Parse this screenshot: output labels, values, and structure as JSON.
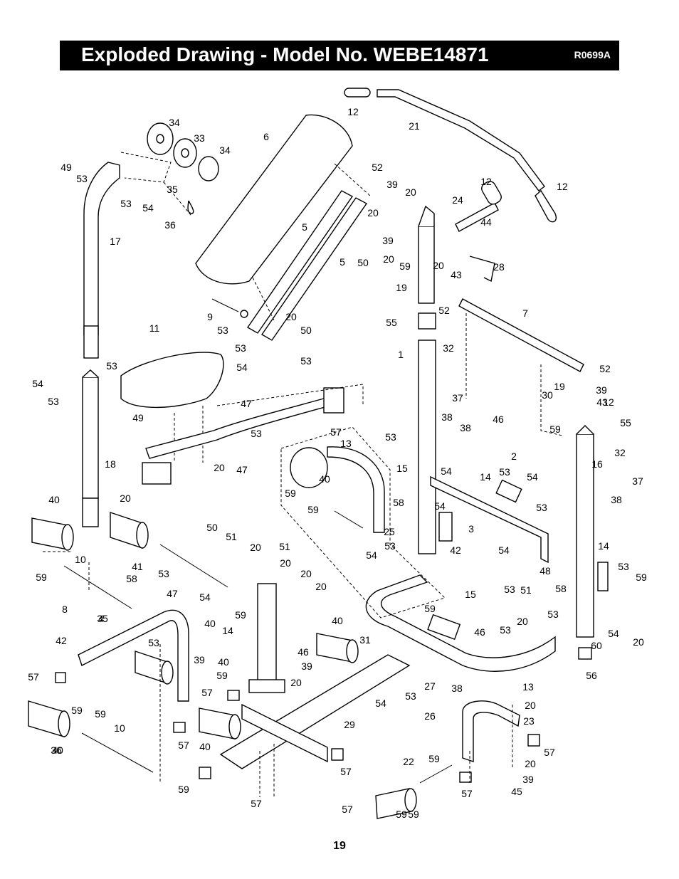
{
  "header": {
    "title": "Exploded Drawing - Model No. WEBE14871",
    "drawing_code": "R0699A"
  },
  "footer": {
    "page_number": "19"
  },
  "callouts": [
    {
      "label": "12"
    },
    {
      "label": "21"
    },
    {
      "label": "34"
    },
    {
      "label": "33"
    },
    {
      "label": "34"
    },
    {
      "label": "6"
    },
    {
      "label": "49"
    },
    {
      "label": "53"
    },
    {
      "label": "35"
    },
    {
      "label": "53"
    },
    {
      "label": "54"
    },
    {
      "label": "36"
    },
    {
      "label": "52"
    },
    {
      "label": "39"
    },
    {
      "label": "20"
    },
    {
      "label": "12"
    },
    {
      "label": "12"
    },
    {
      "label": "24"
    },
    {
      "label": "44"
    },
    {
      "label": "5"
    },
    {
      "label": "20"
    },
    {
      "label": "39"
    },
    {
      "label": "17"
    },
    {
      "label": "5"
    },
    {
      "label": "50"
    },
    {
      "label": "20"
    },
    {
      "label": "59"
    },
    {
      "label": "20"
    },
    {
      "label": "43"
    },
    {
      "label": "28"
    },
    {
      "label": "19"
    },
    {
      "label": "52"
    },
    {
      "label": "9"
    },
    {
      "label": "20"
    },
    {
      "label": "7"
    },
    {
      "label": "53"
    },
    {
      "label": "50"
    },
    {
      "label": "55"
    },
    {
      "label": "11"
    },
    {
      "label": "53"
    },
    {
      "label": "32"
    },
    {
      "label": "1"
    },
    {
      "label": "54"
    },
    {
      "label": "53"
    },
    {
      "label": "52"
    },
    {
      "label": "53"
    },
    {
      "label": "54"
    },
    {
      "label": "47"
    },
    {
      "label": "19"
    },
    {
      "label": "39"
    },
    {
      "label": "53"
    },
    {
      "label": "30"
    },
    {
      "label": "12"
    },
    {
      "label": "37"
    },
    {
      "label": "49"
    },
    {
      "label": "59"
    },
    {
      "label": "43"
    },
    {
      "label": "55"
    },
    {
      "label": "57"
    },
    {
      "label": "13"
    },
    {
      "label": "38"
    },
    {
      "label": "46"
    },
    {
      "label": "53"
    },
    {
      "label": "2"
    },
    {
      "label": "53"
    },
    {
      "label": "32"
    },
    {
      "label": "38"
    },
    {
      "label": "47"
    },
    {
      "label": "18"
    },
    {
      "label": "20"
    },
    {
      "label": "15"
    },
    {
      "label": "54"
    },
    {
      "label": "16"
    },
    {
      "label": "40"
    },
    {
      "label": "14"
    },
    {
      "label": "53"
    },
    {
      "label": "54"
    },
    {
      "label": "37"
    },
    {
      "label": "20"
    },
    {
      "label": "59"
    },
    {
      "label": "58"
    },
    {
      "label": "54"
    },
    {
      "label": "53"
    },
    {
      "label": "38"
    },
    {
      "label": "50"
    },
    {
      "label": "59"
    },
    {
      "label": "40"
    },
    {
      "label": "25"
    },
    {
      "label": "3"
    },
    {
      "label": "42"
    },
    {
      "label": "51"
    },
    {
      "label": "51"
    },
    {
      "label": "20"
    },
    {
      "label": "53"
    },
    {
      "label": "54"
    },
    {
      "label": "14"
    },
    {
      "label": "20"
    },
    {
      "label": "54"
    },
    {
      "label": "20"
    },
    {
      "label": "40"
    },
    {
      "label": "10"
    },
    {
      "label": "59"
    },
    {
      "label": "41"
    },
    {
      "label": "53"
    },
    {
      "label": "58"
    },
    {
      "label": "53"
    },
    {
      "label": "48"
    },
    {
      "label": "59"
    },
    {
      "label": "54"
    },
    {
      "label": "53"
    },
    {
      "label": "20"
    },
    {
      "label": "51"
    },
    {
      "label": "58"
    },
    {
      "label": "15"
    },
    {
      "label": "47"
    },
    {
      "label": "4"
    },
    {
      "label": "59"
    },
    {
      "label": "8"
    },
    {
      "label": "35"
    },
    {
      "label": "59"
    },
    {
      "label": "14"
    },
    {
      "label": "46"
    },
    {
      "label": "53"
    },
    {
      "label": "40"
    },
    {
      "label": "53"
    },
    {
      "label": "46"
    },
    {
      "label": "31"
    },
    {
      "label": "53"
    },
    {
      "label": "54"
    },
    {
      "label": "20"
    },
    {
      "label": "60"
    },
    {
      "label": "42"
    },
    {
      "label": "36"
    },
    {
      "label": "40"
    },
    {
      "label": "39"
    },
    {
      "label": "39"
    },
    {
      "label": "59"
    },
    {
      "label": "20"
    },
    {
      "label": "20"
    },
    {
      "label": "53"
    },
    {
      "label": "56"
    },
    {
      "label": "57"
    },
    {
      "label": "54"
    },
    {
      "label": "27"
    },
    {
      "label": "57"
    },
    {
      "label": "38"
    },
    {
      "label": "13"
    },
    {
      "label": "59"
    },
    {
      "label": "59"
    },
    {
      "label": "29"
    },
    {
      "label": "26"
    },
    {
      "label": "20"
    },
    {
      "label": "23"
    },
    {
      "label": "10"
    },
    {
      "label": "57"
    },
    {
      "label": "40"
    },
    {
      "label": "57"
    },
    {
      "label": "40"
    },
    {
      "label": "57"
    },
    {
      "label": "59"
    },
    {
      "label": "20"
    },
    {
      "label": "22"
    },
    {
      "label": "59"
    },
    {
      "label": "39"
    },
    {
      "label": "57"
    },
    {
      "label": "57"
    },
    {
      "label": "45"
    },
    {
      "label": "57"
    },
    {
      "label": "59"
    },
    {
      "label": "59"
    },
    {
      "label": "40"
    }
  ]
}
